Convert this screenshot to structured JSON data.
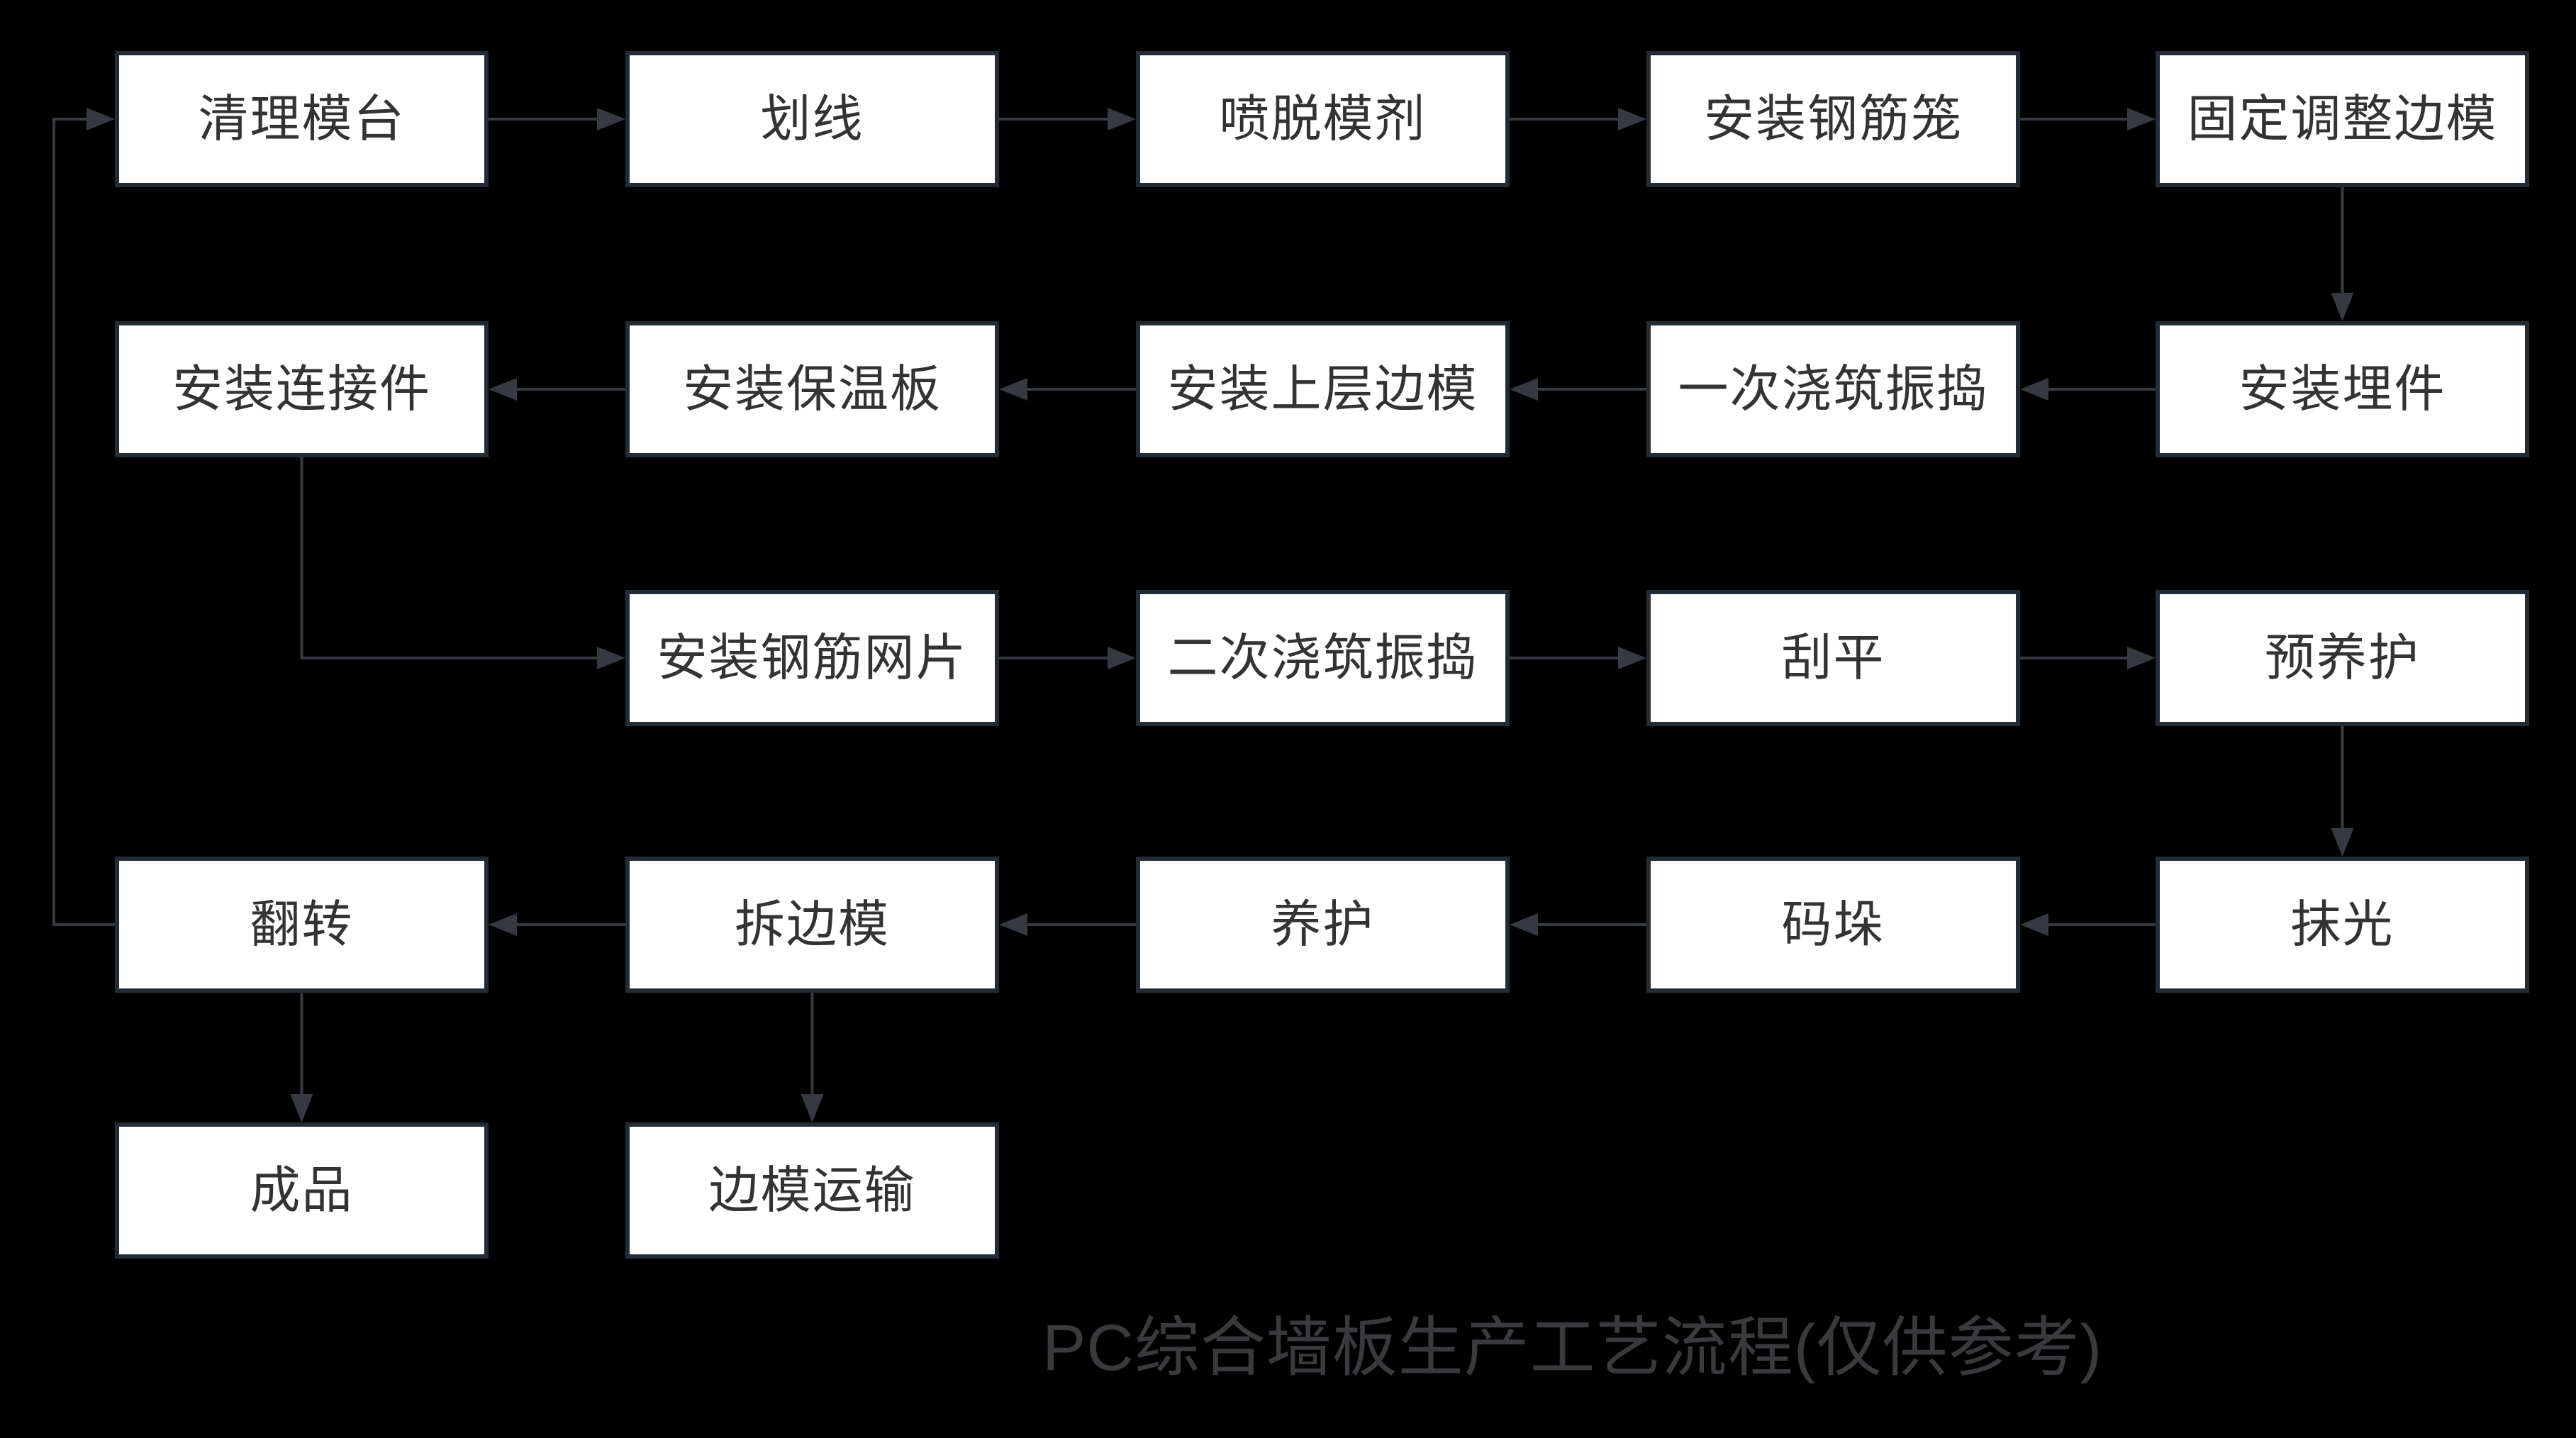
{
  "title": "PC综合墙板生产工艺流程(仅供参考)",
  "colors": {
    "background": "#000000",
    "box_fill": "#FFFFFF",
    "box_border": "#242B35",
    "box_text": "#333333",
    "arrow": "#363A40",
    "title_text": "#3A3A3E"
  },
  "diagram": {
    "nodes": [
      {
        "id": "clean-mold-table",
        "label": "清理模台",
        "col": 0,
        "row": 0
      },
      {
        "id": "scribe-lines",
        "label": "划线",
        "col": 1,
        "row": 0
      },
      {
        "id": "spray-release-agent",
        "label": "喷脱模剂",
        "col": 2,
        "row": 0
      },
      {
        "id": "install-rebar-cage",
        "label": "安装钢筋笼",
        "col": 3,
        "row": 0
      },
      {
        "id": "fix-adjust-side-molds",
        "label": "固定调整边模",
        "col": 4,
        "row": 0
      },
      {
        "id": "install-connectors",
        "label": "安装连接件",
        "col": 0,
        "row": 1
      },
      {
        "id": "install-insulation-board",
        "label": "安装保温板",
        "col": 1,
        "row": 1
      },
      {
        "id": "install-upper-side-molds",
        "label": "安装上层边模",
        "col": 2,
        "row": 1
      },
      {
        "id": "first-pour-vibrate",
        "label": "一次浇筑振捣",
        "col": 3,
        "row": 1
      },
      {
        "id": "install-embedded-parts",
        "label": "安装埋件",
        "col": 4,
        "row": 1
      },
      {
        "id": "install-rebar-mesh",
        "label": "安装钢筋网片",
        "col": 1,
        "row": 2
      },
      {
        "id": "second-pour-vibrate",
        "label": "二次浇筑振捣",
        "col": 2,
        "row": 2
      },
      {
        "id": "scrape-level",
        "label": "刮平",
        "col": 3,
        "row": 2
      },
      {
        "id": "pre-curing",
        "label": "预养护",
        "col": 4,
        "row": 2
      },
      {
        "id": "flip",
        "label": "翻转",
        "col": 0,
        "row": 3
      },
      {
        "id": "remove-side-molds",
        "label": "拆边模",
        "col": 1,
        "row": 3
      },
      {
        "id": "curing",
        "label": "养护",
        "col": 2,
        "row": 3
      },
      {
        "id": "stacking",
        "label": "码垛",
        "col": 3,
        "row": 3
      },
      {
        "id": "trowel-polish",
        "label": "抹光",
        "col": 4,
        "row": 3
      },
      {
        "id": "finished-product",
        "label": "成品",
        "col": 0,
        "row": 4
      },
      {
        "id": "side-mold-transport",
        "label": "边模运输",
        "col": 1,
        "row": 4
      }
    ],
    "edges": [
      {
        "from": "clean-mold-table",
        "to": "scribe-lines",
        "route": "right"
      },
      {
        "from": "scribe-lines",
        "to": "spray-release-agent",
        "route": "right"
      },
      {
        "from": "spray-release-agent",
        "to": "install-rebar-cage",
        "route": "right"
      },
      {
        "from": "install-rebar-cage",
        "to": "fix-adjust-side-molds",
        "route": "right"
      },
      {
        "from": "fix-adjust-side-molds",
        "to": "install-embedded-parts",
        "route": "down"
      },
      {
        "from": "install-embedded-parts",
        "to": "first-pour-vibrate",
        "route": "left"
      },
      {
        "from": "first-pour-vibrate",
        "to": "install-upper-side-molds",
        "route": "left"
      },
      {
        "from": "install-upper-side-molds",
        "to": "install-insulation-board",
        "route": "left"
      },
      {
        "from": "install-insulation-board",
        "to": "install-connectors",
        "route": "left"
      },
      {
        "from": "install-connectors",
        "to": "install-rebar-mesh",
        "route": "down-right"
      },
      {
        "from": "install-rebar-mesh",
        "to": "second-pour-vibrate",
        "route": "right"
      },
      {
        "from": "second-pour-vibrate",
        "to": "scrape-level",
        "route": "right"
      },
      {
        "from": "scrape-level",
        "to": "pre-curing",
        "route": "right"
      },
      {
        "from": "pre-curing",
        "to": "trowel-polish",
        "route": "down"
      },
      {
        "from": "trowel-polish",
        "to": "stacking",
        "route": "left"
      },
      {
        "from": "stacking",
        "to": "curing",
        "route": "left"
      },
      {
        "from": "curing",
        "to": "remove-side-molds",
        "route": "left"
      },
      {
        "from": "remove-side-molds",
        "to": "flip",
        "route": "left"
      },
      {
        "from": "flip",
        "to": "clean-mold-table",
        "route": "left-up-right"
      },
      {
        "from": "flip",
        "to": "finished-product",
        "route": "down"
      },
      {
        "from": "remove-side-molds",
        "to": "side-mold-transport",
        "route": "down"
      }
    ]
  }
}
